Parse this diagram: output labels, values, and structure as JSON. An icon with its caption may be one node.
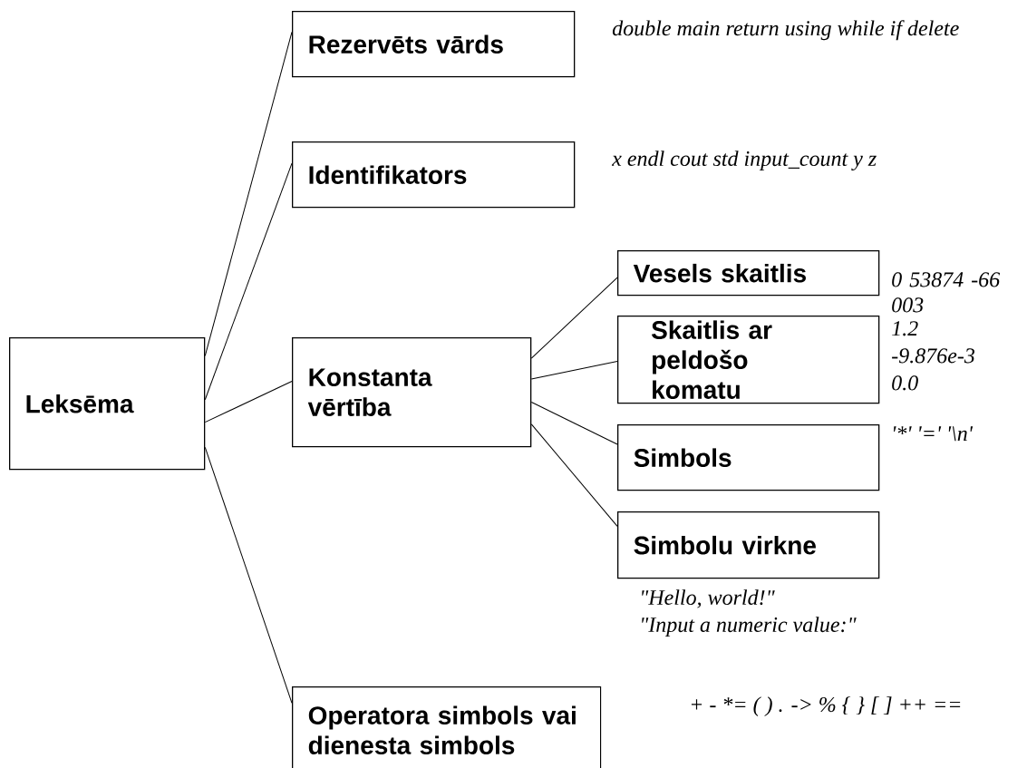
{
  "diagram": {
    "nodes": [
      {
        "text": [
          "Leksēma"
        ]
      },
      {
        "text": [
          "Rezervēts vārds"
        ],
        "beside": [
          "double main return using while if delete"
        ]
      },
      {
        "text": [
          "Identifikators"
        ],
        "beside": [
          "x endl cout std input_count y z"
        ]
      },
      {
        "text": [
          "Konstanta vērtība"
        ]
      },
      {
        "text": [
          "Vesels skaitlis"
        ],
        "beside": [
          "0 53874 -66 003"
        ]
      },
      {
        "text": [
          "Skaitlis ar peldošo komatu"
        ],
        "beside": [
          "1.2",
          "-9.876e-3",
          "0.0"
        ]
      },
      {
        "text": [
          "Simbols"
        ],
        "beside": [
          "'*' '=' '\\n'"
        ]
      },
      {
        "text": [
          "Simbolu virkne"
        ],
        "beside": [
          "\"Hello, world!\"",
          "\"Input a numeric value:\""
        ]
      },
      {
        "text": [
          "Operatora simbols vai dienesta simbols"
        ]
      }
    ],
    "labels": [
      "+ - *= ( ) . -> % { } [ ] ++ =="
    ],
    "edges": [
      {
        "from": 0,
        "to": 1,
        "arrow": "none"
      },
      {
        "from": 0,
        "to": 2,
        "arrow": "none"
      },
      {
        "from": 0,
        "to": 3,
        "arrow": "none"
      },
      {
        "from": 3,
        "to": 4,
        "arrow": "none"
      },
      {
        "from": 3,
        "to": 5,
        "arrow": "none"
      },
      {
        "from": 3,
        "to": 6,
        "arrow": "none"
      },
      {
        "from": 3,
        "to": 7,
        "arrow": "none"
      },
      {
        "from": 0,
        "to": 8,
        "arrow": "none"
      }
    ]
  }
}
